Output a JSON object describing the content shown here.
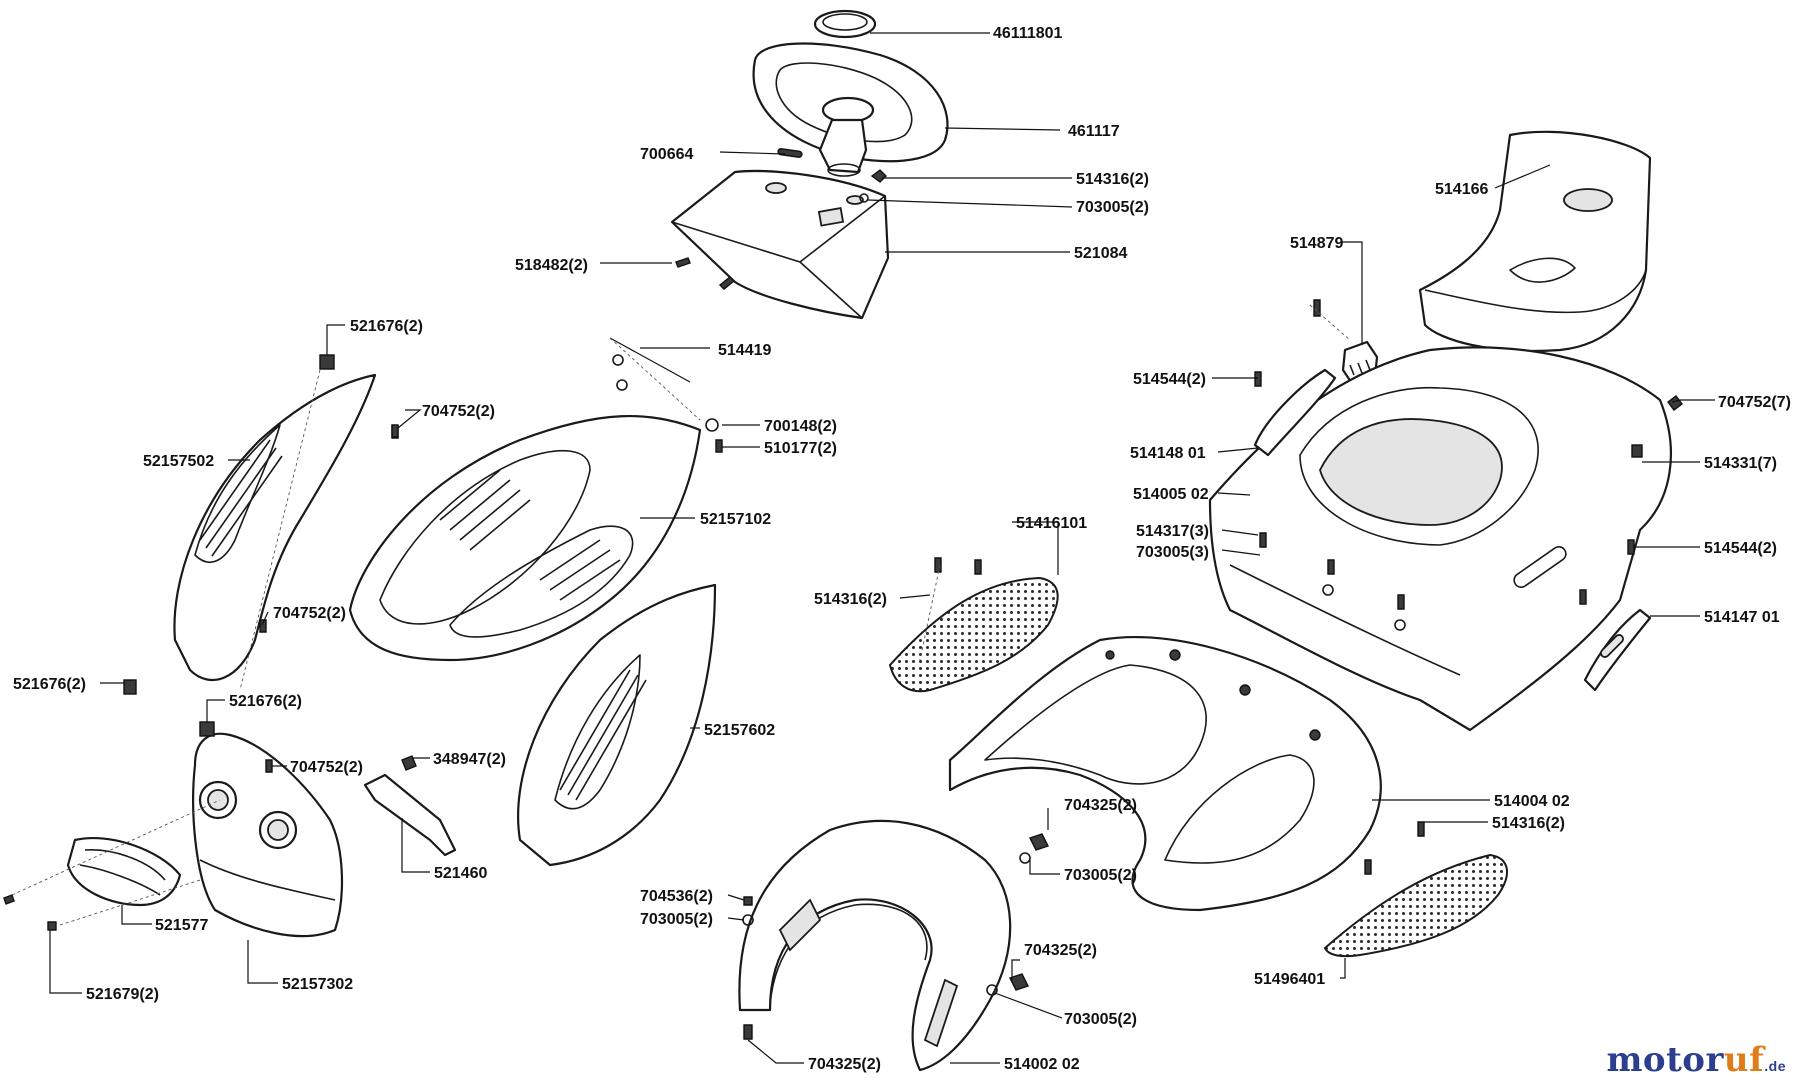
{
  "diagram": {
    "labels": [
      {
        "id": "l01",
        "text": "46111801"
      },
      {
        "id": "l02",
        "text": "461117"
      },
      {
        "id": "l03",
        "text": "700664"
      },
      {
        "id": "l04",
        "text": "514316(2)"
      },
      {
        "id": "l05",
        "text": "703005(2)"
      },
      {
        "id": "l06",
        "text": "521084"
      },
      {
        "id": "l07",
        "text": "518482(2)"
      },
      {
        "id": "l08",
        "text": "514166"
      },
      {
        "id": "l09",
        "text": "514879"
      },
      {
        "id": "l10",
        "text": "521676(2)"
      },
      {
        "id": "l11",
        "text": "514419"
      },
      {
        "id": "l12",
        "text": "704752(2)"
      },
      {
        "id": "l13",
        "text": "700148(2)"
      },
      {
        "id": "l14",
        "text": "510177(2)"
      },
      {
        "id": "l15",
        "text": "52157502"
      },
      {
        "id": "l16",
        "text": "52157102"
      },
      {
        "id": "l17",
        "text": "514544(2)"
      },
      {
        "id": "l18",
        "text": "704752(7)"
      },
      {
        "id": "l19",
        "text": "514148 01"
      },
      {
        "id": "l20",
        "text": "514331(7)"
      },
      {
        "id": "l21",
        "text": "514005 02"
      },
      {
        "id": "l22",
        "text": "51416101"
      },
      {
        "id": "l23",
        "text": "514317(3)"
      },
      {
        "id": "l24",
        "text": "703005(3)"
      },
      {
        "id": "l25",
        "text": "514544(2)"
      },
      {
        "id": "l26",
        "text": "514316(2)"
      },
      {
        "id": "l27",
        "text": "704752(2)"
      },
      {
        "id": "l28",
        "text": "514147 01"
      },
      {
        "id": "l29",
        "text": "521676(2)"
      },
      {
        "id": "l30",
        "text": "521676(2)"
      },
      {
        "id": "l31",
        "text": "52157602"
      },
      {
        "id": "l32",
        "text": "704752(2)"
      },
      {
        "id": "l33",
        "text": "348947(2)"
      },
      {
        "id": "l34",
        "text": "521460"
      },
      {
        "id": "l35",
        "text": "704325(2)"
      },
      {
        "id": "l36",
        "text": "514004 02"
      },
      {
        "id": "l37",
        "text": "514316(2)"
      },
      {
        "id": "l38",
        "text": "703005(2)"
      },
      {
        "id": "l39",
        "text": "704536(2)"
      },
      {
        "id": "l40",
        "text": "703005(2)"
      },
      {
        "id": "l41",
        "text": "521577"
      },
      {
        "id": "l42",
        "text": "704325(2)"
      },
      {
        "id": "l43",
        "text": "521679(2)"
      },
      {
        "id": "l44",
        "text": "52157302"
      },
      {
        "id": "l45",
        "text": "703005(2)"
      },
      {
        "id": "l46",
        "text": "51496401"
      },
      {
        "id": "l47",
        "text": "704325(2)"
      },
      {
        "id": "l48",
        "text": "514002 02"
      }
    ]
  },
  "watermark": {
    "part1": "motor",
    "part2": "uf",
    "part3": ".de"
  }
}
